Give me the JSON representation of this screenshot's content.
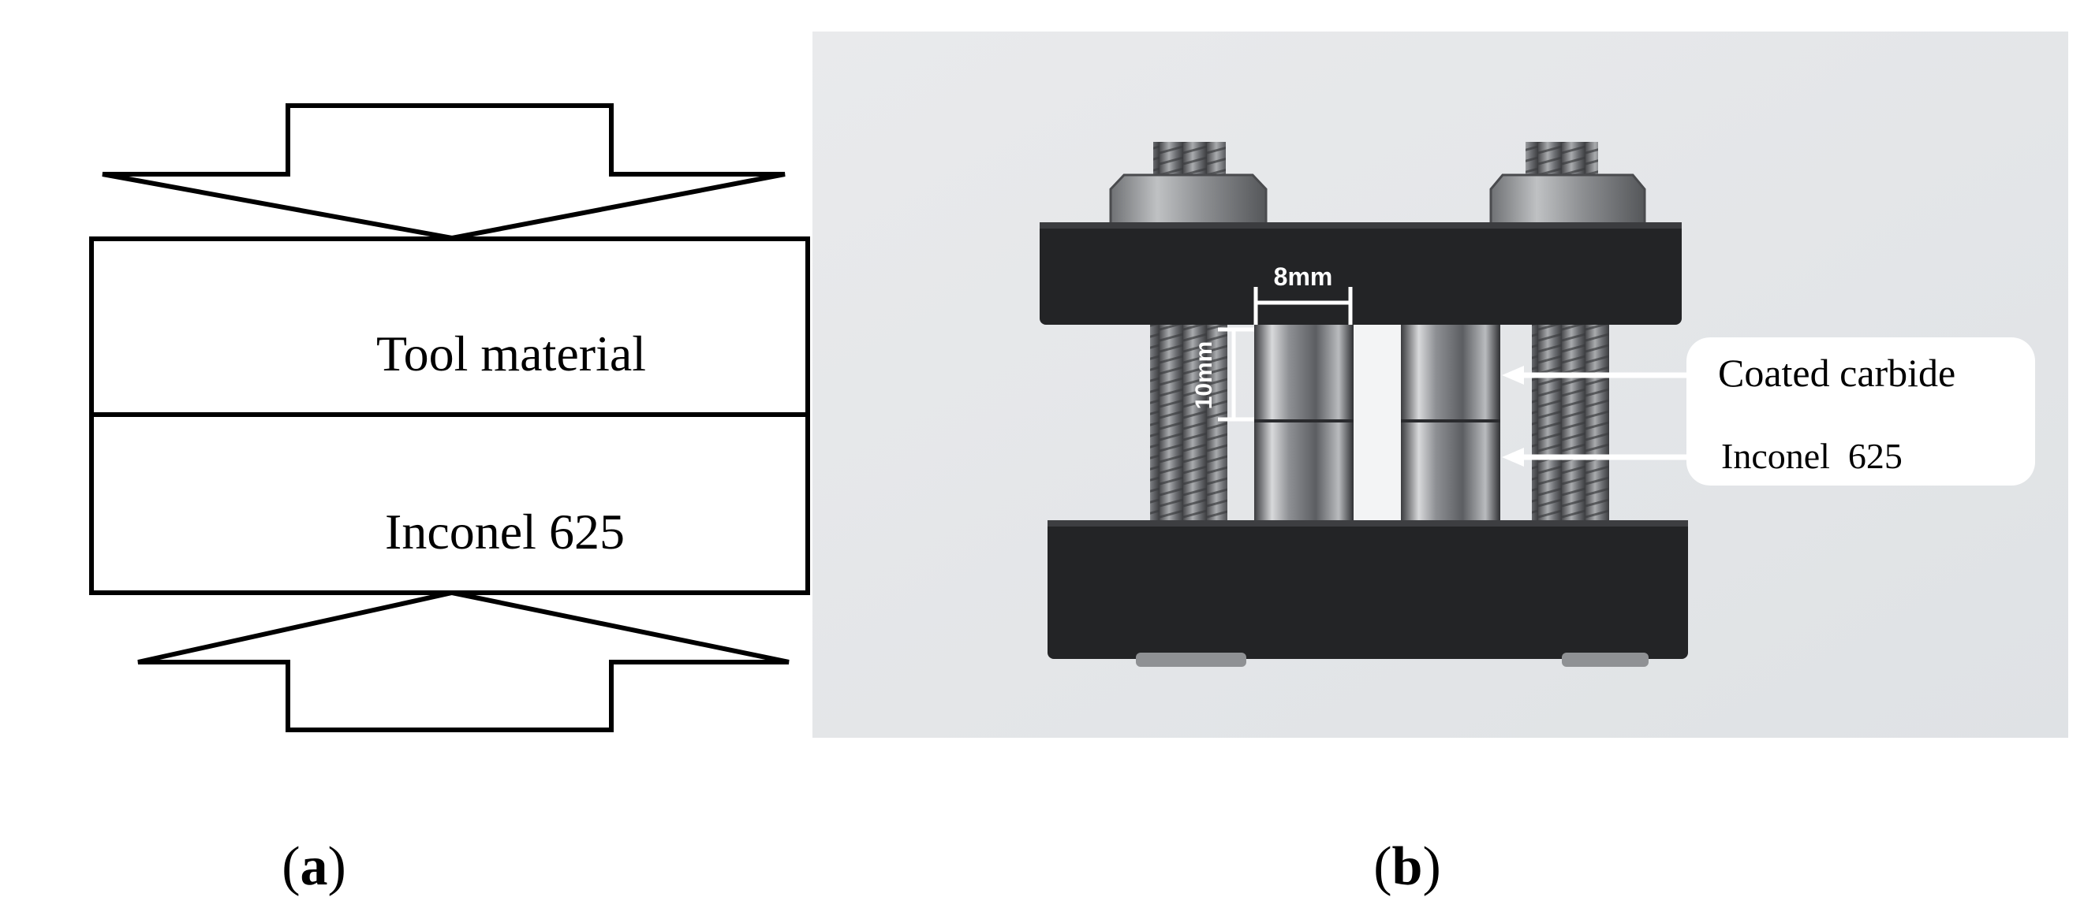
{
  "panel_a": {
    "upper_layer_label": "Tool material",
    "lower_layer_label": "Inconel 625",
    "caption_letter": "a"
  },
  "panel_b": {
    "width_dimension_label": "8mm",
    "height_dimension_label": "10mm",
    "callout_top_label": "Coated carbide",
    "callout_bottom_label": "Inconel  625",
    "caption_letter": "b"
  },
  "colors": {
    "line": "#000000",
    "photo_background": "#e6e8ea",
    "fixture_plate": "#232426",
    "cylinder_metal": "#8a8c90",
    "bolt_metal": "#7c7e82",
    "callout_box": "#ffffff"
  }
}
